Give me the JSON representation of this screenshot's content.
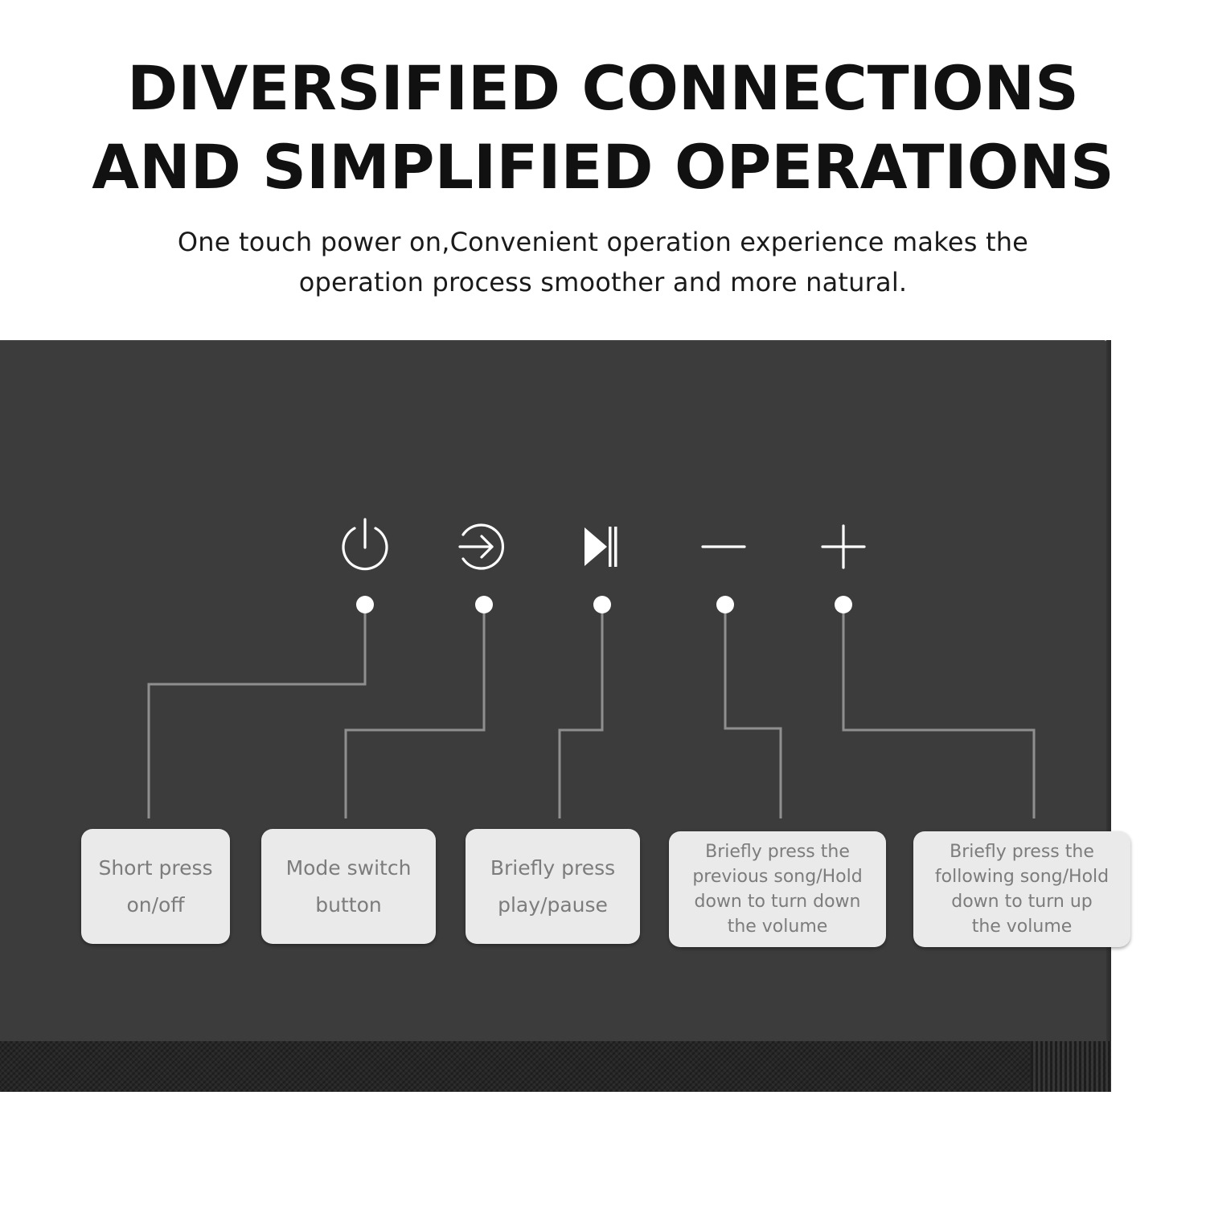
{
  "headline": {
    "line1": "DIVERSIFIED CONNECTIONS",
    "line2": "AND SIMPLIFIED OPERATIONS"
  },
  "subtitle": {
    "line1": "One touch power on,Convenient operation experience makes the",
    "line2": "operation process smoother and more natural."
  },
  "colors": {
    "speaker_body": "#3c3c3c",
    "grille": "#262626",
    "connector_line": "#8f8f8f",
    "label_background": "#eaeaea",
    "label_text": "#7c7c7c",
    "icon": "#ffffff"
  },
  "controls": [
    {
      "icon": "power-icon",
      "label": [
        "Short press",
        "on/off"
      ]
    },
    {
      "icon": "input-mode-icon",
      "label": [
        "Mode switch",
        "button"
      ]
    },
    {
      "icon": "play-pause-icon",
      "label": [
        "Briefly press",
        "play/pause"
      ]
    },
    {
      "icon": "minus-icon",
      "label": [
        "Briefly press the",
        "previous song/Hold",
        "down to turn down",
        "the volume"
      ]
    },
    {
      "icon": "plus-icon",
      "label": [
        "Briefly press the",
        "following song/Hold",
        "down to turn up",
        "the volume"
      ]
    }
  ]
}
